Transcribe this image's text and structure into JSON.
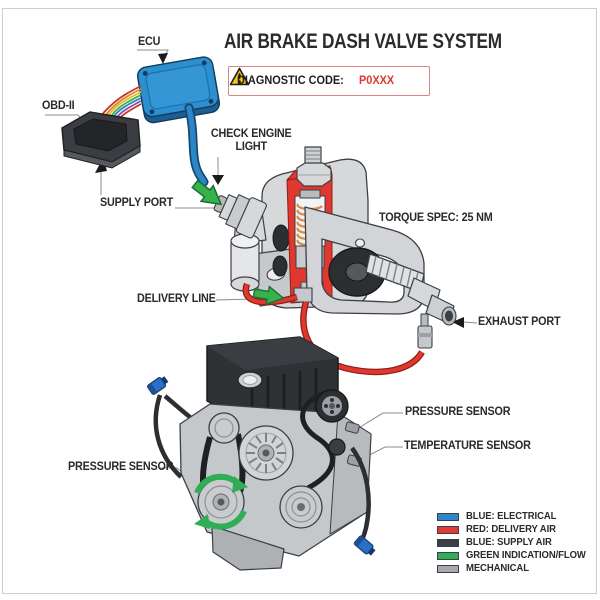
{
  "title": "AIR BRAKE DASH VALVE SYSTEM",
  "diagnostic": {
    "icon": "warning-triangle",
    "label": "DIAGNOSTIC CODE:",
    "code": "P0XXX"
  },
  "labels": {
    "ecu": "ECU",
    "obd": "OBD-II",
    "check_engine": [
      "CHECK ENGINE",
      "LIGHT"
    ],
    "supply_port": "SUPPLY PORT",
    "delivery_line": "DELIVERY LINE",
    "torque_spec": "TORQUE SPEC: 25 NM",
    "exhaust_port": "EXHAUST PORT",
    "pressure_sensor": "PRESSURE SENSOR",
    "temperature_sensor": "TEMPERATURE SENSOR"
  },
  "legend": {
    "items": [
      {
        "label": "BLUE: ELECTRICAL",
        "color": "#2e86c8"
      },
      {
        "label": "RED: DELIVERY AIR",
        "color": "#e23b36"
      },
      {
        "label": "BLUE: SUPPLY AIR",
        "color": "#3b4046"
      },
      {
        "label": "GREEN INDICATION/FLOW",
        "color": "#2fae57"
      },
      {
        "label": "MECHANICAL",
        "color": "#a5a9ad"
      }
    ]
  }
}
